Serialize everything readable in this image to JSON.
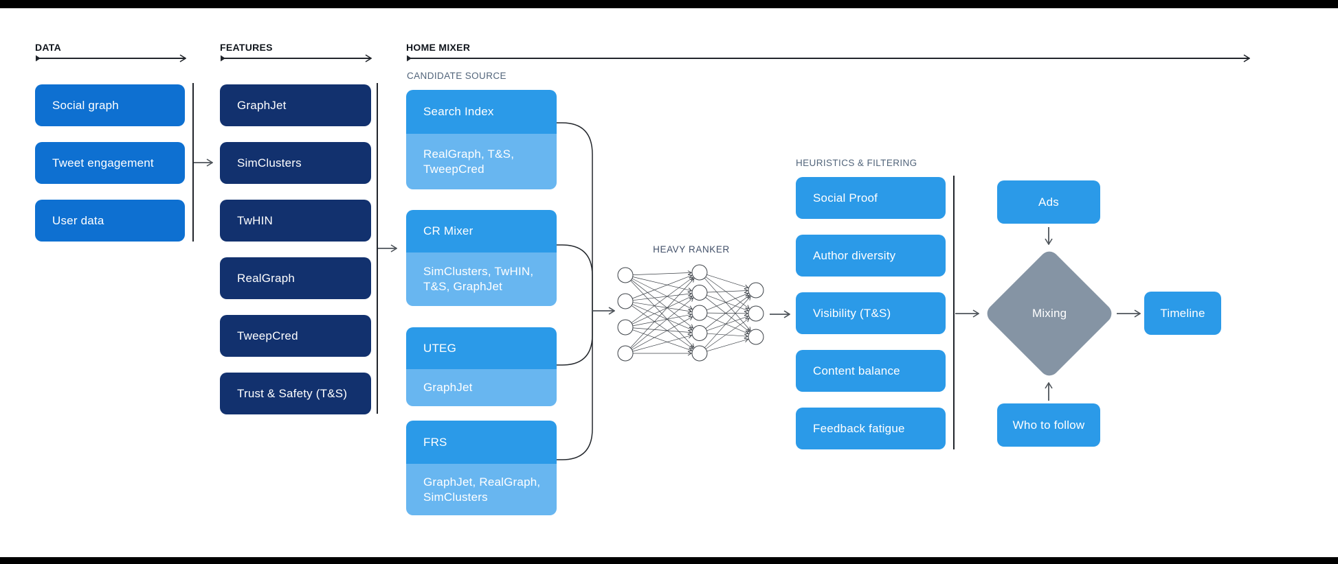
{
  "page": {
    "background": "#ffffff",
    "letterbox_color": "#000000"
  },
  "colors": {
    "data_box": "#0e70d1",
    "feature_box": "#12316e",
    "bright_box": "#2b9ae8",
    "light_sub_box": "#68b6f0",
    "mixing_diamond": "#8594a4",
    "line_dark": "#20242a",
    "arrow_gray": "#4d5359"
  },
  "sections": {
    "data": {
      "header": "DATA",
      "boxes": [
        "Social graph",
        "Tweet engagement",
        "User data"
      ]
    },
    "features": {
      "header": "FEATURES",
      "boxes": [
        "GraphJet",
        "SimClusters",
        "TwHIN",
        "RealGraph",
        "TweepCred",
        "Trust & Safety (T&S)"
      ]
    },
    "home_mixer": {
      "header": "HOME MIXER",
      "candidate_source": {
        "kicker": "CANDIDATE SOURCE",
        "boxes": [
          {
            "title": "Search Index",
            "features": "RealGraph, T&S, TweepCred"
          },
          {
            "title": "CR Mixer",
            "features": "SimClusters, TwHIN, T&S, GraphJet"
          },
          {
            "title": "UTEG",
            "features": "GraphJet"
          },
          {
            "title": "FRS",
            "features": "GraphJet, RealGraph, SimClusters"
          }
        ]
      },
      "heavy_ranker": {
        "label": "HEAVY RANKER",
        "layers": [
          4,
          5,
          3
        ]
      },
      "heuristics": {
        "kicker": "HEURISTICS & FILTERING",
        "boxes": [
          "Social Proof",
          "Author diversity",
          "Visibility (T&S)",
          "Content balance",
          "Feedback fatigue"
        ]
      },
      "mixing": {
        "ads": "Ads",
        "who_to_follow": "Who to follow",
        "node": "Mixing",
        "timeline": "Timeline"
      }
    }
  }
}
